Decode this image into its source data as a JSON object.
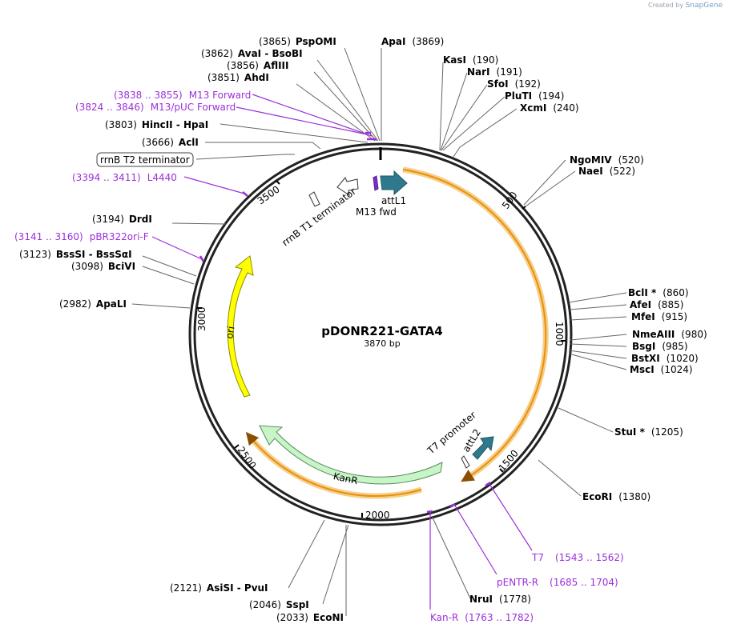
{
  "credit": {
    "prefix": "Created by",
    "brand": "SnapGene"
  },
  "plasmid": {
    "name": "pDONR221-GATA4",
    "length_label": "3870 bp",
    "length": 3870
  },
  "ticks": [
    "500",
    "1000",
    "1500",
    "2000",
    "2500",
    "3000",
    "3500"
  ],
  "colors": {
    "primer": "#9b30d9",
    "ori": "#ffff00",
    "kanr": "#c8f5c8",
    "att": "#2e7a8c",
    "orange": "#e8900c"
  },
  "sites": [
    {
      "id": "ApaI",
      "name": "ApaI",
      "pos": "(3869)"
    },
    {
      "id": "PspOMI",
      "name": "PspOMI",
      "pos": "(3865)"
    },
    {
      "id": "AvaI",
      "name": "AvaI  -  BsoBI",
      "pos": "(3862)"
    },
    {
      "id": "AflIII",
      "name": "AflIII",
      "pos": "(3856)"
    },
    {
      "id": "AhdI",
      "name": "AhdI",
      "pos": "(3851)"
    },
    {
      "id": "HincII",
      "name": "HincII  -  HpaI",
      "pos": "(3803)"
    },
    {
      "id": "AclI",
      "name": "AclI",
      "pos": "(3666)"
    },
    {
      "id": "DrdI",
      "name": "DrdI",
      "pos": "(3194)"
    },
    {
      "id": "BssSI",
      "name": "BssSI  -  BssSαI",
      "pos": "(3123)"
    },
    {
      "id": "BciVI",
      "name": "BciVI",
      "pos": "(3098)"
    },
    {
      "id": "ApaLI",
      "name": "ApaLI",
      "pos": "(2982)"
    },
    {
      "id": "AsiSI",
      "name": "AsiSI  -  PvuI",
      "pos": "(2121)"
    },
    {
      "id": "SspI",
      "name": "SspI",
      "pos": "(2046)"
    },
    {
      "id": "EcoNI",
      "name": "EcoNI",
      "pos": "(2033)"
    },
    {
      "id": "NruI",
      "name": "NruI",
      "pos": "(1778)"
    },
    {
      "id": "EcoRI",
      "name": "EcoRI",
      "pos": "(1380)"
    },
    {
      "id": "StuI",
      "name": "StuI *",
      "pos": "(1205)"
    },
    {
      "id": "MscI",
      "name": "MscI",
      "pos": "(1024)"
    },
    {
      "id": "BstXI",
      "name": "BstXI",
      "pos": "(1020)"
    },
    {
      "id": "BsgI",
      "name": "BsgI",
      "pos": "(985)"
    },
    {
      "id": "NmeAIII",
      "name": "NmeAIII",
      "pos": "(980)"
    },
    {
      "id": "MfeI",
      "name": "MfeI",
      "pos": "(915)"
    },
    {
      "id": "AfeI",
      "name": "AfeI",
      "pos": "(885)"
    },
    {
      "id": "BclI",
      "name": "BclI *",
      "pos": "(860)"
    },
    {
      "id": "NaeI",
      "name": "NaeI",
      "pos": "(522)"
    },
    {
      "id": "NgoMIV",
      "name": "NgoMIV",
      "pos": "(520)"
    },
    {
      "id": "XcmI",
      "name": "XcmI",
      "pos": "(240)"
    },
    {
      "id": "PluTI",
      "name": "PluTI",
      "pos": "(194)"
    },
    {
      "id": "SfoI",
      "name": "SfoI",
      "pos": "(192)"
    },
    {
      "id": "NarI",
      "name": "NarI",
      "pos": "(191)"
    },
    {
      "id": "KasI",
      "name": "KasI",
      "pos": "(190)"
    }
  ],
  "primers": [
    {
      "id": "M13Fwd",
      "name": "M13 Forward",
      "range": "(3838 .. 3855)"
    },
    {
      "id": "M13pUC",
      "name": "M13/pUC Forward",
      "range": "(3824 .. 3846)"
    },
    {
      "id": "L4440",
      "name": "L4440",
      "range": "(3394 .. 3411)"
    },
    {
      "id": "pBR322",
      "name": "pBR322ori-F",
      "range": "(3141 .. 3160)"
    },
    {
      "id": "T7",
      "name": "T7",
      "range": "(1543 .. 1562)"
    },
    {
      "id": "pENTR",
      "name": "pENTR-R",
      "range": "(1685 .. 1704)"
    },
    {
      "id": "KanR",
      "name": "Kan-R",
      "range": "(1763 .. 1782)"
    }
  ],
  "features": {
    "rrnB_T2": "rrnB T2 terminator",
    "rrnB_T1": "rrnB T1 terminator",
    "M13fwd": "M13 fwd",
    "attL1": "attL1",
    "attL2": "attL2",
    "T7promoter": "T7 promoter",
    "ori": "ori",
    "KanR": "KanR"
  }
}
